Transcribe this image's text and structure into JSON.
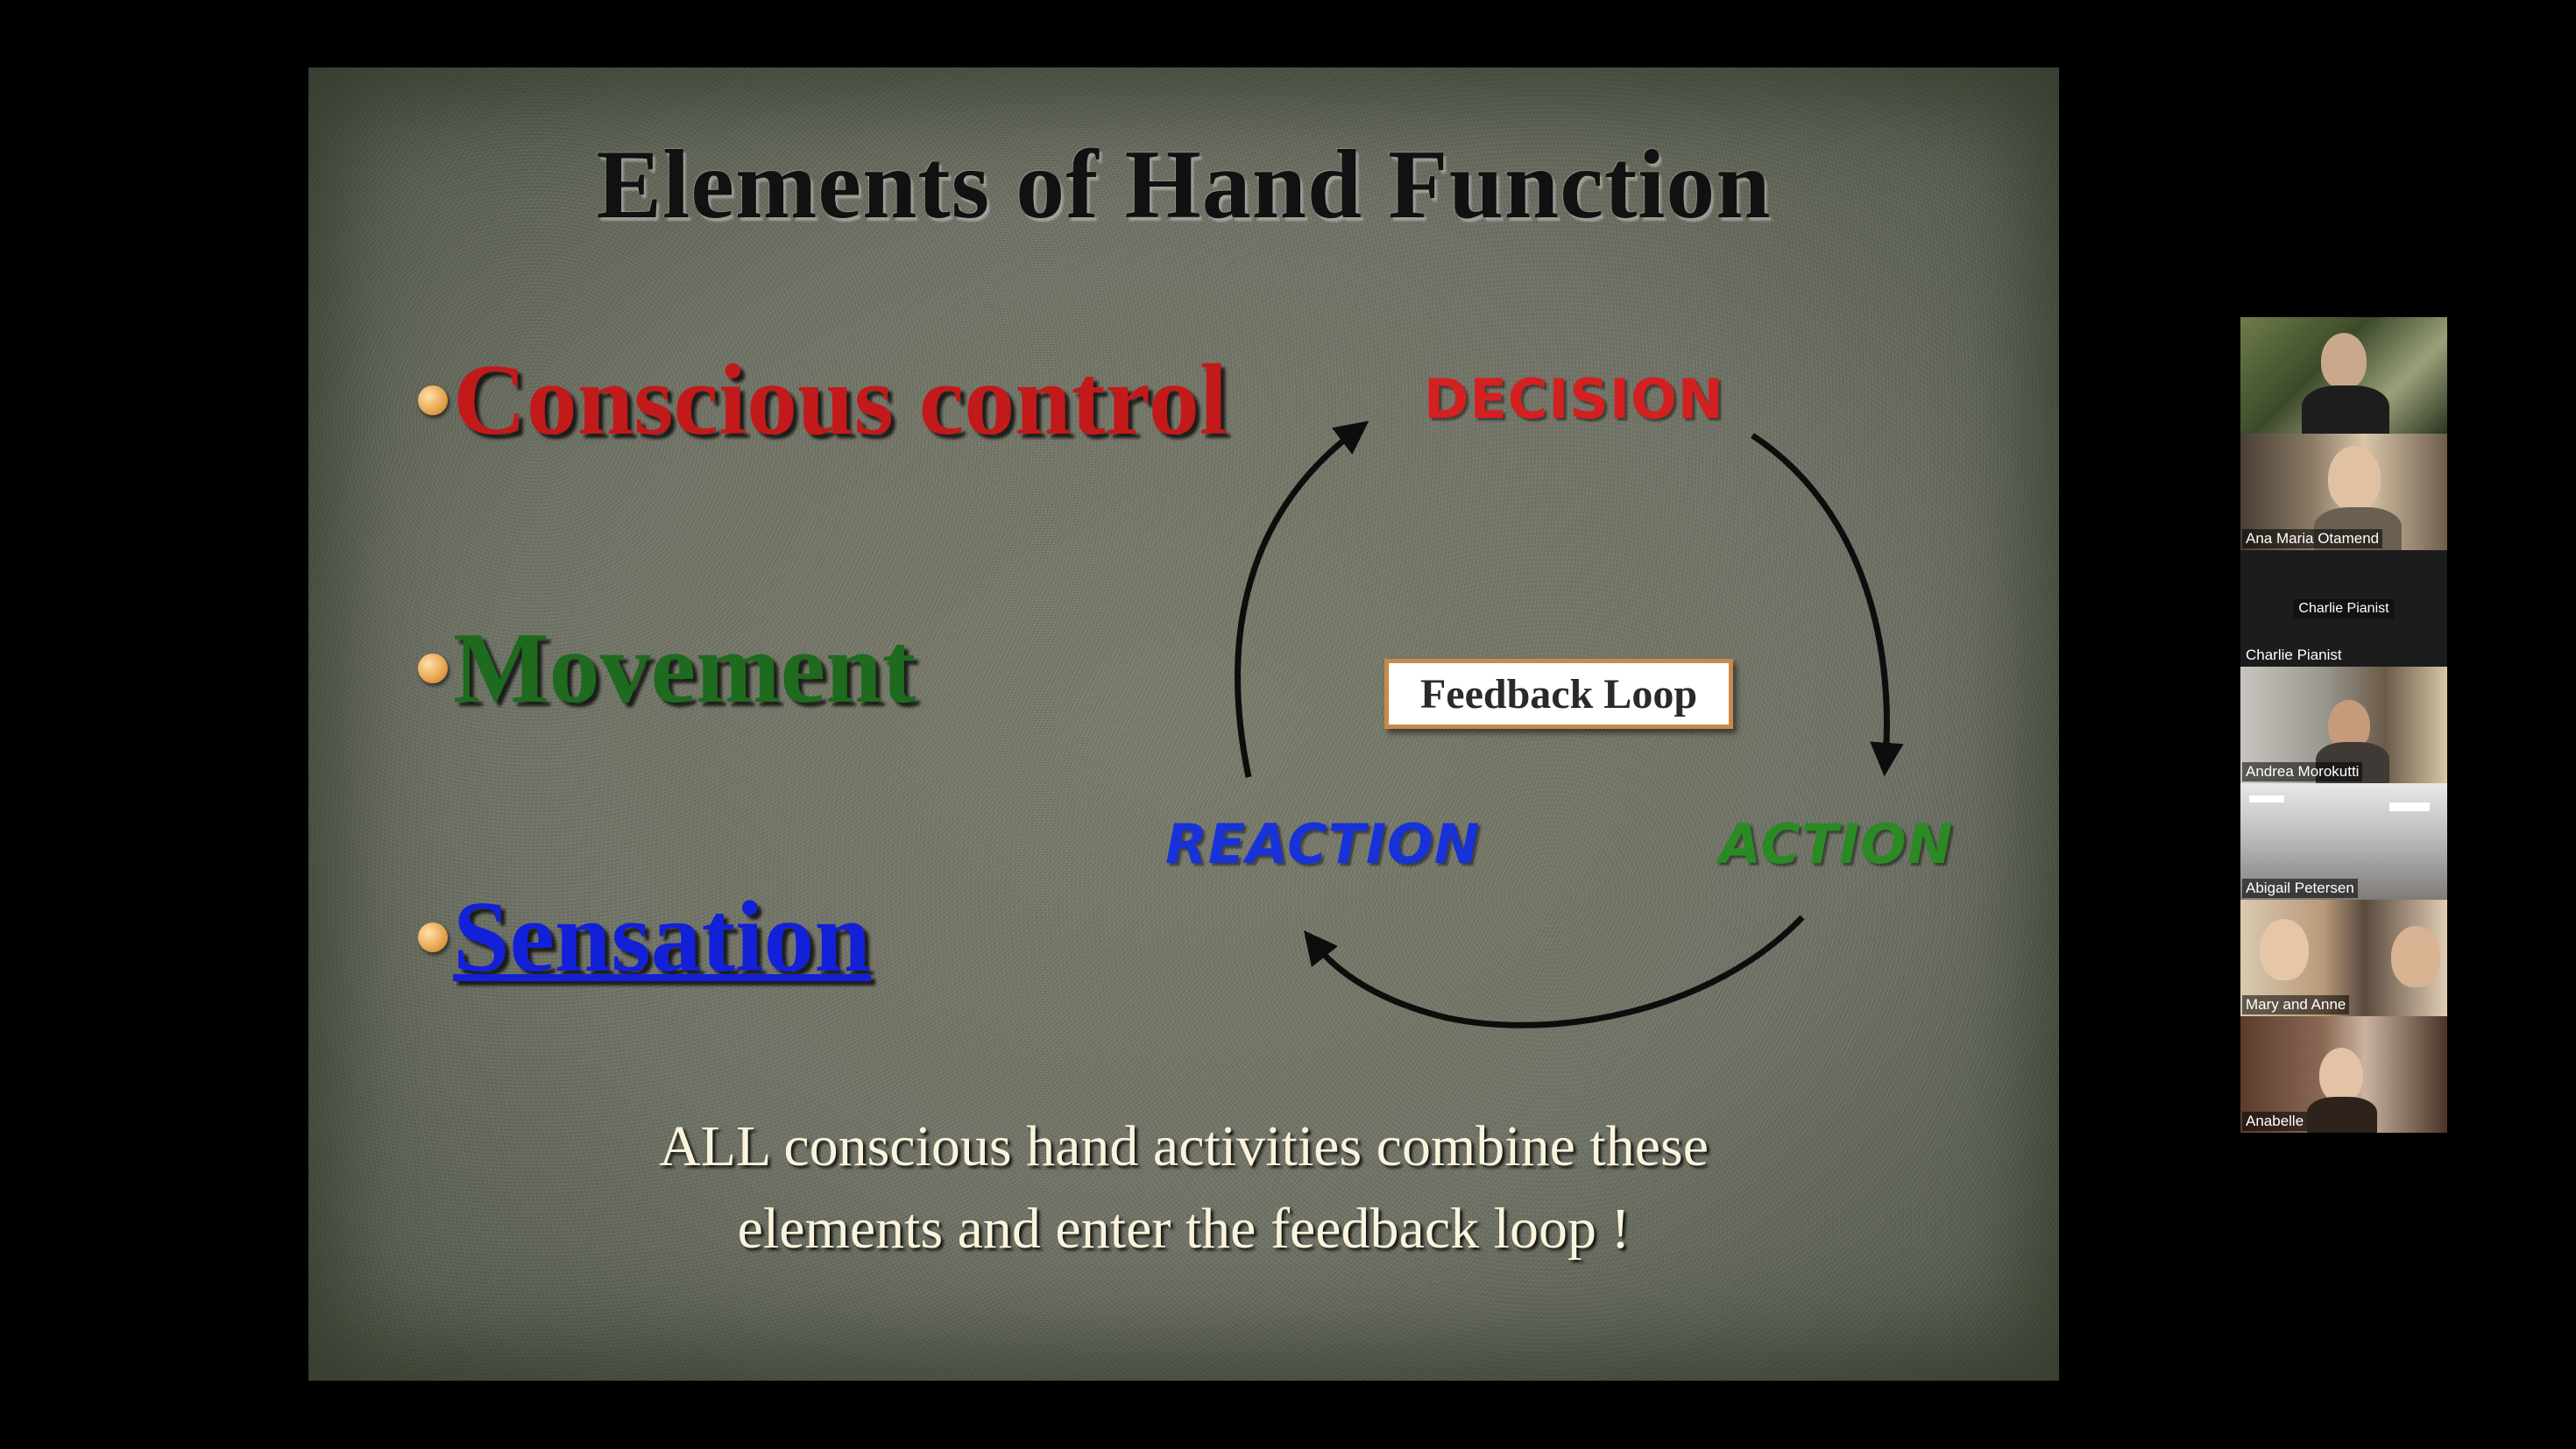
{
  "slide": {
    "title": "Elements of Hand Function",
    "bullets": [
      {
        "text": "Conscious control",
        "color": "#c21a1a"
      },
      {
        "text": "Movement",
        "color": "#1e6a1e"
      },
      {
        "text": "Sensation",
        "color": "#1220d8"
      }
    ],
    "cycle": {
      "decision": "DECISION",
      "action": "ACTION",
      "reaction": "REACTION",
      "center": "Feedback Loop"
    },
    "caption_line1": "ALL conscious hand activities combine these",
    "caption_line2": "elements and enter the feedback loop !"
  },
  "participants": [
    {
      "name": ""
    },
    {
      "name": "Ana Maria Otamend"
    },
    {
      "name": "Charlie Pianist",
      "center_label": "Charlie Pianist"
    },
    {
      "name": "Andrea Morokutti"
    },
    {
      "name": "Abigail Petersen"
    },
    {
      "name": "Mary and Anne"
    },
    {
      "name": "Anabelle"
    }
  ]
}
